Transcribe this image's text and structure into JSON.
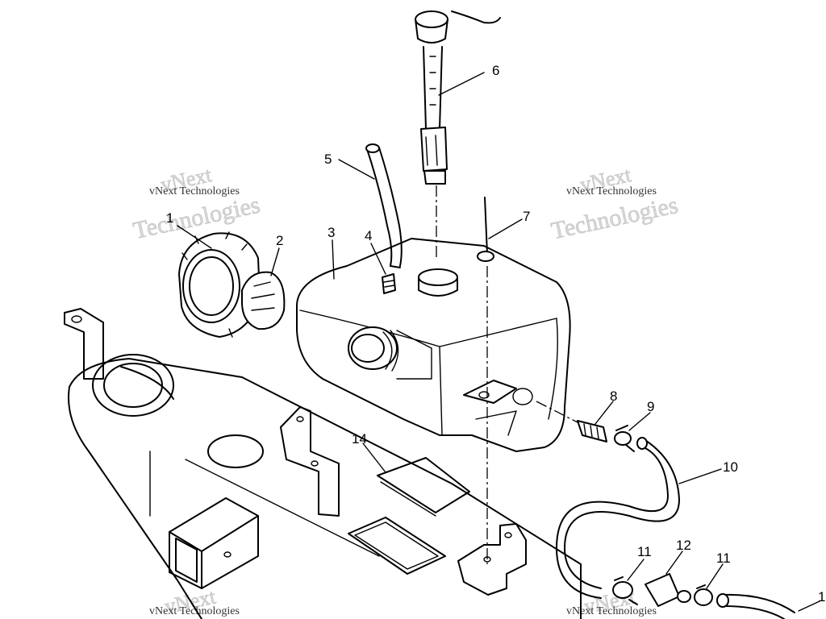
{
  "watermark": {
    "big_line_1": "vNext",
    "big_line_2": "Technologies",
    "small": "vNext Technologies"
  },
  "callouts": [
    "1",
    "2",
    "3",
    "4",
    "5",
    "6",
    "7",
    "8",
    "9",
    "10",
    "11",
    "12",
    "11",
    "14",
    "1"
  ]
}
